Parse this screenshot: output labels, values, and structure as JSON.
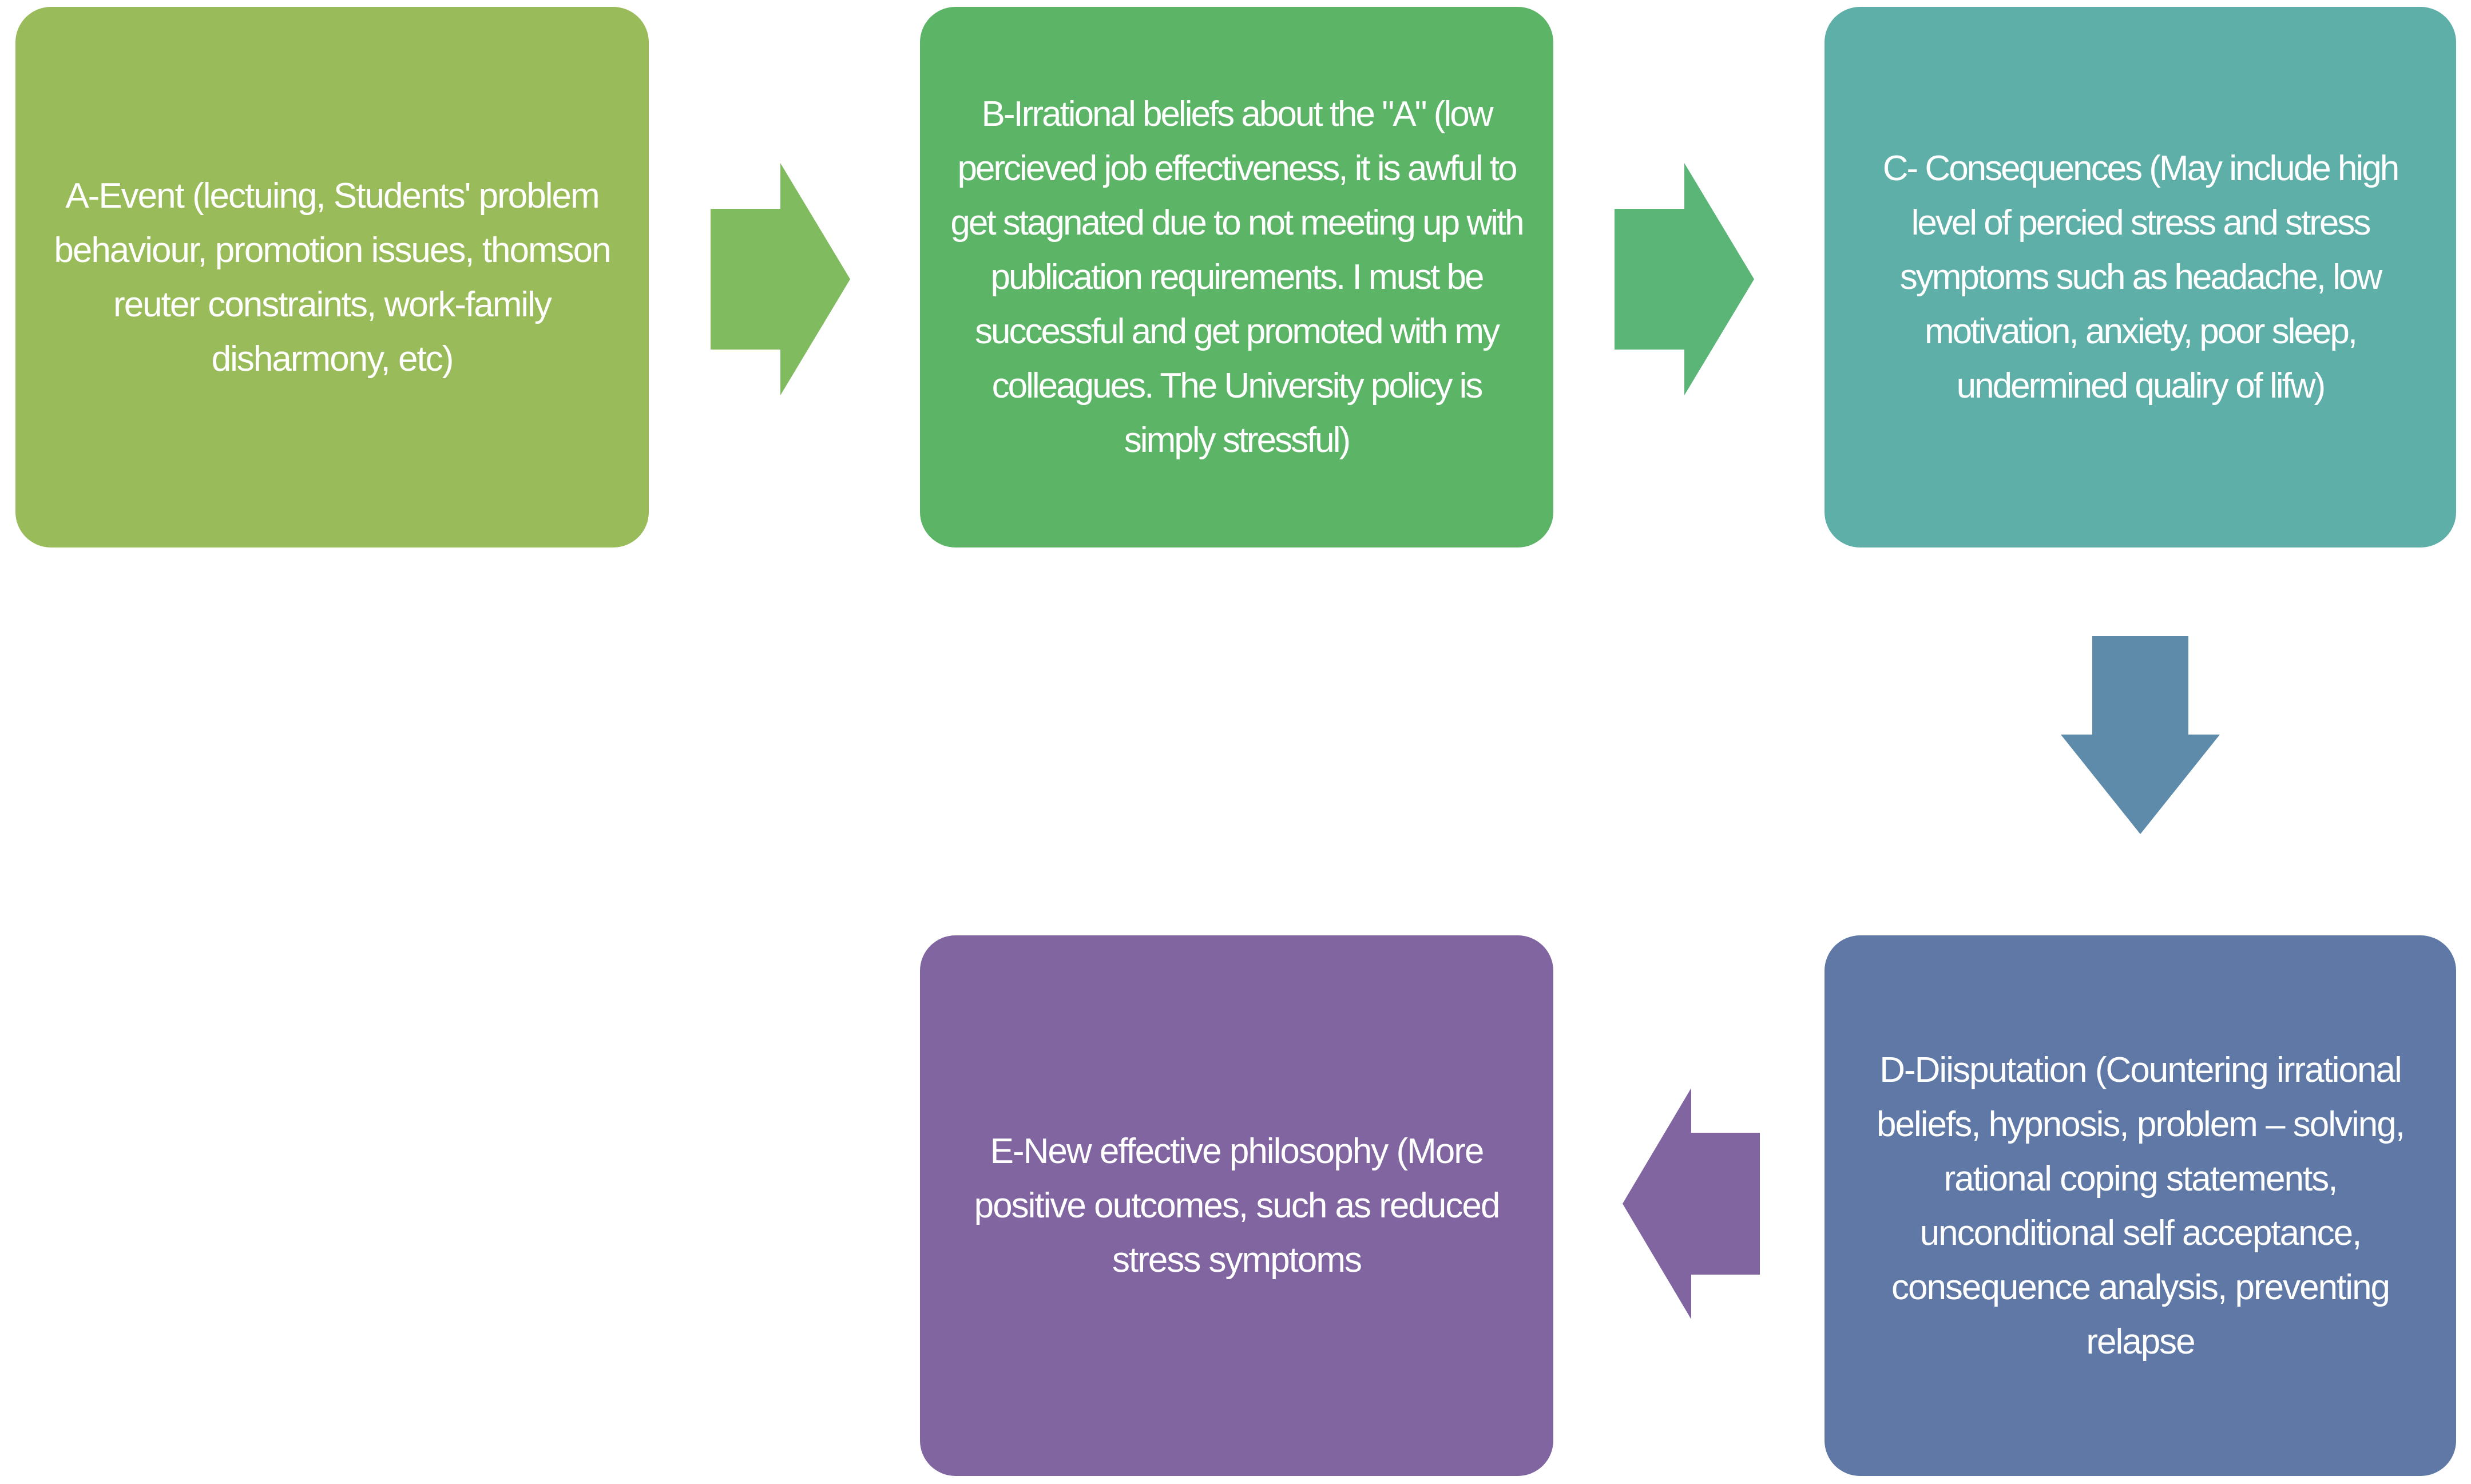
{
  "colors": {
    "box_a": "#9ABB59",
    "box_b": "#5CB466",
    "box_c": "#5EAFA7",
    "box_d": "#5F78A6",
    "box_e": "#8065A0",
    "arrow_1": "#80BB5F",
    "arrow_2": "#5BB577",
    "arrow_3": "#5E8BAA",
    "arrow_4": "#8065A1"
  },
  "boxes": {
    "a": "A-Event (lectuing, Students' problem behaviour, promotion issues, thomson reuter constraints, work-family disharmony, etc)",
    "b": "B-Irrational beliefs about the \"A\" (low percieved job effectiveness, it is awful to get stagnated due to not meeting up with publication requirements.  I must be successful and get promoted with my colleagues. The University policy is simply stressful)",
    "c": "C- Consequences (May include high level of percied stress and stress symptoms such as headache, low motivation, anxiety, poor sleep, undermined qualiry of lifw)",
    "d": "D-Diisputation (Countering irrational beliefs, hypnosis, problem – solving, rational coping statements, unconditional self acceptance, consequence analysis, preventing relapse",
    "e": "E-New effective philosophy  (More positive outcomes, such as reduced stress symptoms"
  }
}
